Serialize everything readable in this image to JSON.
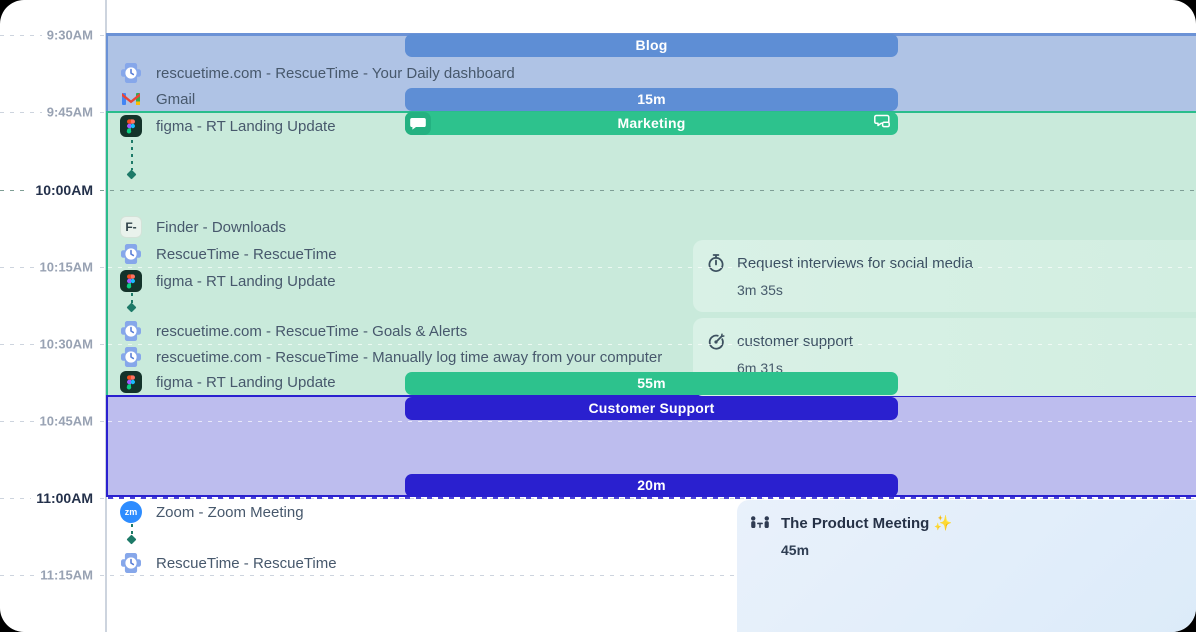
{
  "timeline": {
    "ticks": [
      {
        "label": "9:30AM",
        "hour": false
      },
      {
        "label": "9:45AM",
        "hour": false
      },
      {
        "label": "10:00AM",
        "hour": true
      },
      {
        "label": "10:15AM",
        "hour": false
      },
      {
        "label": "10:30AM",
        "hour": false
      },
      {
        "label": "10:45AM",
        "hour": false
      },
      {
        "label": "11:00AM",
        "hour": true
      },
      {
        "label": "11:15AM",
        "hour": false
      }
    ]
  },
  "blocks": [
    {
      "title": "Blog",
      "duration": "15m",
      "accent": "#5e8ed5",
      "background": "#afc3e5"
    },
    {
      "title": "Marketing",
      "duration": "55m",
      "accent": "#2dc28d",
      "background": "#c9eadb",
      "left_icon": "chat-bubble-icon",
      "right_icon": "comments-icon"
    },
    {
      "title": "Customer Support",
      "duration": "20m",
      "accent": "#2a20cf",
      "background": "#bdbdee"
    }
  ],
  "events": [
    {
      "icon": "rescuetime-icon",
      "label": "rescuetime.com - RescueTime - Your Daily dashboard"
    },
    {
      "icon": "gmail-icon",
      "label": "Gmail"
    },
    {
      "icon": "figma-icon",
      "label": "figma - RT Landing Update",
      "connector": true
    },
    {
      "icon": "finder-icon",
      "icon_text": "F-",
      "label": "Finder - Downloads"
    },
    {
      "icon": "rescuetime-icon",
      "label": "RescueTime - RescueTime"
    },
    {
      "icon": "figma-icon",
      "label": "figma - RT Landing Update",
      "connector": true
    },
    {
      "icon": "rescuetime-icon",
      "label": "rescuetime.com - RescueTime - Goals & Alerts"
    },
    {
      "icon": "rescuetime-icon",
      "label": "rescuetime.com - RescueTime - Manually log time away from your computer"
    },
    {
      "icon": "figma-icon",
      "label": "figma - RT Landing Update"
    },
    {
      "icon": "zoom-icon",
      "icon_text": "zm",
      "label": "Zoom - Zoom Meeting",
      "connector": true
    },
    {
      "icon": "rescuetime-icon",
      "label": "RescueTime - RescueTime"
    }
  ],
  "cards": [
    {
      "icon": "stopwatch-icon",
      "title": "Request interviews for social media",
      "duration": "3m 35s"
    },
    {
      "icon": "goal-icon",
      "title": "customer support",
      "duration": "6m 31s"
    },
    {
      "icon": "meeting-icon",
      "title": "The Product Meeting ✨",
      "duration": "45m"
    }
  ]
}
